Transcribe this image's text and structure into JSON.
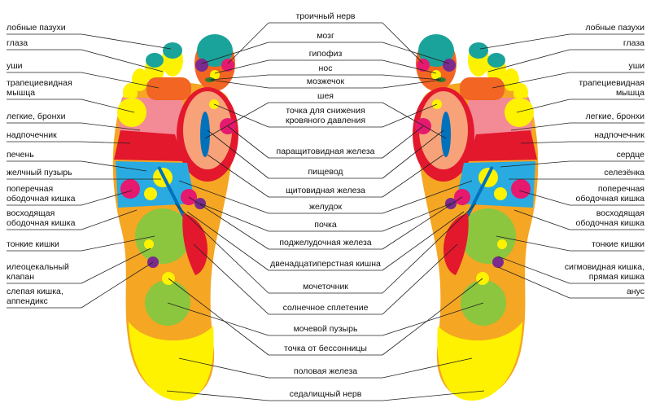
{
  "left_labels": [
    "лобные пазухи",
    "глаза",
    "уши",
    "трапециевидная\nмышца",
    "легкие, бронхи",
    "надпочечник",
    "печень",
    "желчный пузырь",
    "поперечная\nободочная кишка",
    "восходящая\nободочная кишка",
    "тонкие кишки",
    "илеоцекальный\nклапан",
    "слепая кишка,\nаппендикс"
  ],
  "center_labels": [
    "троичный нерв",
    "мозг",
    "гипофиз",
    "нос",
    "мозжечок",
    "шея",
    "точка для снижения\nкровяного давления",
    "паращитовидная железа",
    "пищевод",
    "щитовидная железа",
    "желудок",
    "почка",
    "поджелудочная железа",
    "двенадцатиперстная кишна",
    "мочеточник",
    "солнечное сплетение",
    "мочевой пузырь",
    "точка от бессонницы",
    "половая железа",
    "седалищный нерв"
  ],
  "right_labels": [
    "лобные пазухи",
    "глаза",
    "уши",
    "трапециевидная\nмышца",
    "легкие, бронхи",
    "надпочечник",
    "сердце",
    "селезёнка",
    "поперечная\nободочная кишка",
    "восходящая\nободочная кишка",
    "тонкие кишки",
    "сигмовидная кишка,\nпрямая кишка",
    "анус"
  ],
  "colors": {
    "foot_base": "#f5a623",
    "heel_yellow": "#fff200",
    "toe_teal": "#1aa39a",
    "red": "#e3182d",
    "magenta": "#e5196e",
    "pink": "#f28b96",
    "orange_red": "#f26522",
    "green": "#8cc63f",
    "yellow": "#fff200",
    "blue": "#0072bc",
    "purple": "#7b2a8d",
    "cyan": "#29abe2",
    "dark_green": "#2e7d32",
    "line": "#222222"
  }
}
